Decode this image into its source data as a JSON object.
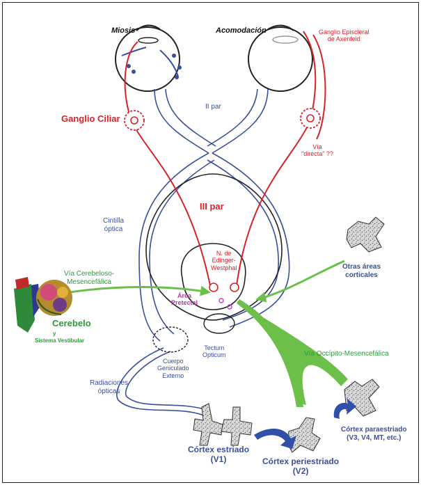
{
  "labels": {
    "miosis": "Miosis",
    "acomodacion": "Acomodación",
    "ganglio_episcleral": "Ganglio Episcleral\nde Axenfeld",
    "ii_par": "II par",
    "ganglio_ciliar": "Ganglio Ciliar",
    "via_directa": "Vía\n\"directa\" ??",
    "iii_par": "III par",
    "cintilla_optica": "Cintilla\nóptica",
    "n_edinger": "N. de\nEdinger-\nWestphal",
    "via_cerebeloso": "Vía Cerebeloso-\nMesencefálica",
    "area_pretectal": "Área\nPretectal",
    "otras_areas": "Otras áreas\ncorticales",
    "cerebelo": "Cerebelo",
    "y": "y",
    "sistema_vestibular": "Sistema Vestibular",
    "tectum": "Tectum\nOpticum",
    "cuerpo_geniculado": "Cuerpo\nGeniculado\nExterno",
    "via_occipito": "Vía Occípito-Mesencefálica",
    "radiaciones": "Radiaciones\nópticas",
    "cortex_paraestriado": "Córtex paraestriado\n(V3, V4, MT, etc.)",
    "cortex_estriado": "Córtex estriado\n(V1)",
    "cortex_periestriado": "Córtex periestriado\n(V2)"
  },
  "colors": {
    "blue": "#3a4f9c",
    "red": "#d8222a",
    "green": "#2c9a3a",
    "dark_blue_arrow": "#2f4fa8"
  }
}
